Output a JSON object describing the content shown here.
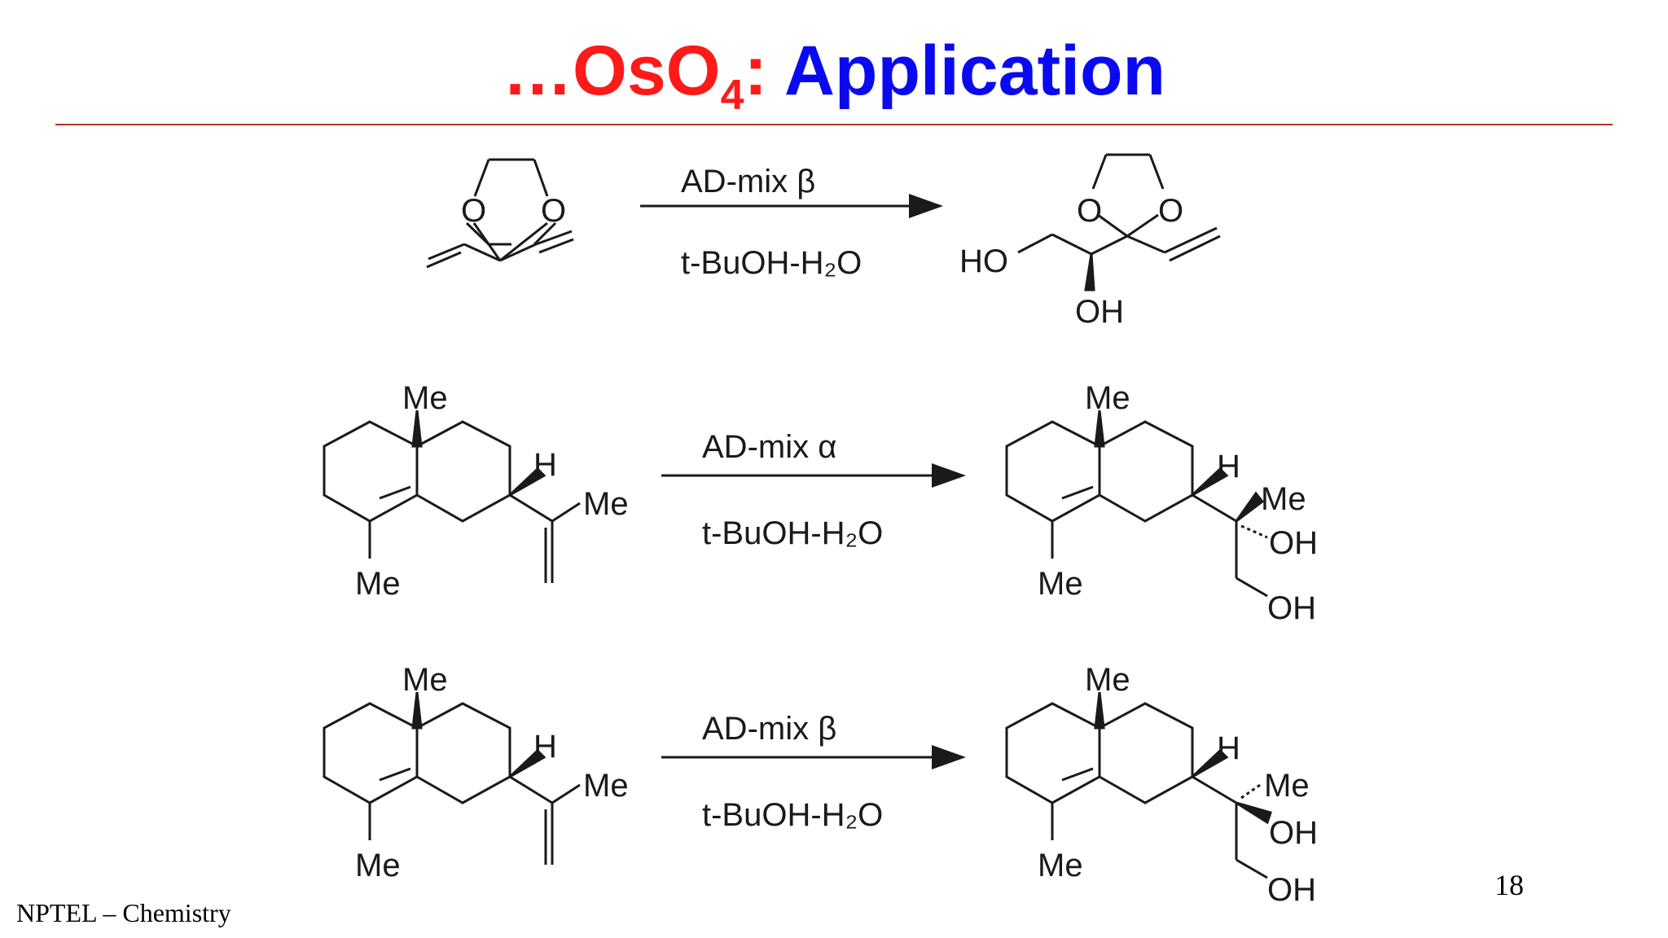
{
  "slide": {
    "title_prefix": "…OsO",
    "title_subscript": "4",
    "title_colon": ":",
    "title_main": "Application",
    "footer": "NPTEL – Chemistry",
    "page_number": "18"
  },
  "reactions": [
    {
      "reagent": "AD-mix β",
      "solvent": "t-BuOH-H₂O",
      "start_labels": [
        "O",
        "O"
      ],
      "product_labels": [
        "O",
        "O",
        "HO",
        "OH"
      ]
    },
    {
      "reagent": "AD-mix α",
      "solvent": "t-BuOH-H₂O",
      "start_labels": [
        "Me",
        "H",
        "Me",
        "Me"
      ],
      "product_labels": [
        "Me",
        "H",
        "Me",
        "OH",
        "Me",
        "OH"
      ]
    },
    {
      "reagent": "AD-mix β",
      "solvent": "t-BuOH-H₂O",
      "start_labels": [
        "Me",
        "H",
        "Me",
        "Me"
      ],
      "product_labels": [
        "Me",
        "H",
        "Me",
        "OH",
        "Me",
        "OH"
      ]
    }
  ]
}
